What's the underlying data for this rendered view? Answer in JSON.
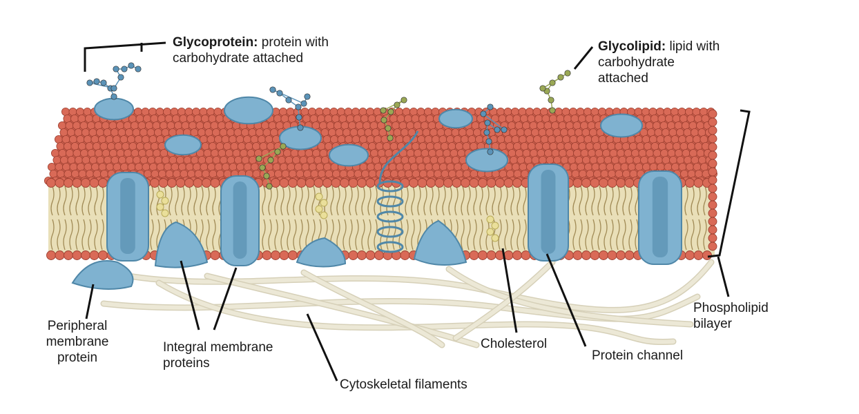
{
  "labels": {
    "glycoprotein": {
      "term": "Glycoprotein:",
      "rest": " protein with",
      "line2": "carbohydrate attached"
    },
    "glycolipid": {
      "term": "Glycolipid:",
      "rest": " lipid with",
      "line2": "carbohydrate",
      "line3": "attached"
    },
    "peripheral": {
      "line1": "Peripheral",
      "line2": "membrane",
      "line3": "protein"
    },
    "integral": {
      "line1": "Integral membrane",
      "line2": "proteins"
    },
    "cytoskeletal": "Cytoskeletal filaments",
    "cholesterol": "Cholesterol",
    "channel": "Protein channel",
    "bilayer": {
      "line1": "Phospholipid",
      "line2": "bilayer"
    }
  },
  "colors": {
    "head": "#d96a57",
    "head_shadow": "#9c3f30",
    "tail": "#e9dfb8",
    "protein": "#7fb2d0",
    "protein_dark": "#4f87a8",
    "glyco_blue": "#5b93b8",
    "glyco_green": "#9aa855",
    "cholesterol": "#eadf9a",
    "filament": "#ece8d6",
    "leader": "#111111"
  },
  "icons": [
    "membrane-illustration"
  ]
}
